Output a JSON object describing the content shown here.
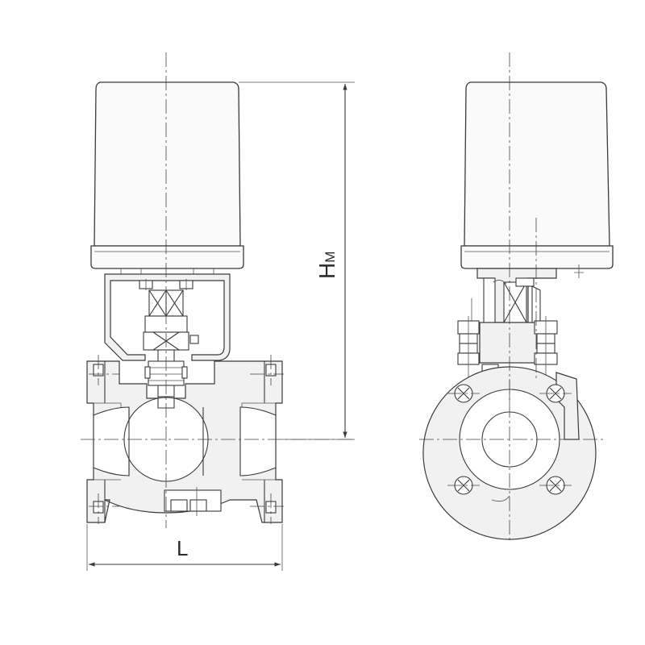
{
  "dimensions": {
    "height_label": "H",
    "height_subscript": "M",
    "length_label": "L"
  },
  "colors": {
    "line": "#3a3a3a",
    "body_fill": "#f1f1f1",
    "background": "#ffffff"
  }
}
